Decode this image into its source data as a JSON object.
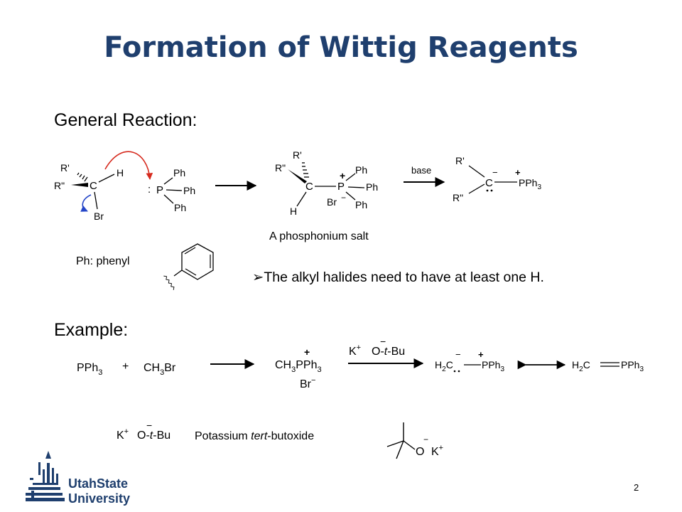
{
  "title": "Formation of Wittig Reagents",
  "general_reaction_heading": "General Reaction:",
  "example_heading": "Example:",
  "general": {
    "rprime": "R'",
    "rdouble": "R\"",
    "carbon": "C",
    "hydrogen": "H",
    "bromine": "Br",
    "phosphorus": "P",
    "phenyl": "Ph",
    "plus": "+",
    "minus": "−",
    "bromide": "Br",
    "lone_pair": ":",
    "base": "base",
    "pph3": "PPh",
    "sub3": "3",
    "product_caption": "A phosphonium salt"
  },
  "ph_label": "Ph: phenyl",
  "bullet_text": "The alkyl halides need to have at least one H.",
  "example": {
    "pph": "PPh",
    "sub3": "3",
    "plus_sign": "+",
    "ch": "CH",
    "br": "Br",
    "salt_pph": "PPh",
    "bromide": "Br",
    "k": "K",
    "otbu_prefix": "O-",
    "otbu_t": "t",
    "otbu_suffix": "-Bu",
    "h": "H",
    "sub2": "2",
    "c": "C",
    "ylide_pph": "PPh"
  },
  "legend": {
    "k": "K",
    "otbu_prefix": "O-",
    "otbu_t": "t",
    "otbu_suffix": "-Bu",
    "name_prefix": "Potassium ",
    "name_italic": "tert",
    "name_suffix": "-butoxide",
    "o": "O",
    "k2": "K"
  },
  "logo": {
    "line1": "UtahState",
    "line2": "University"
  },
  "page_number": "2",
  "colors": {
    "title": "#1F3F6E",
    "curved_arrow_red": "#D62A1E",
    "curved_arrow_blue": "#2546C8",
    "logo": "#1F3F6E"
  }
}
